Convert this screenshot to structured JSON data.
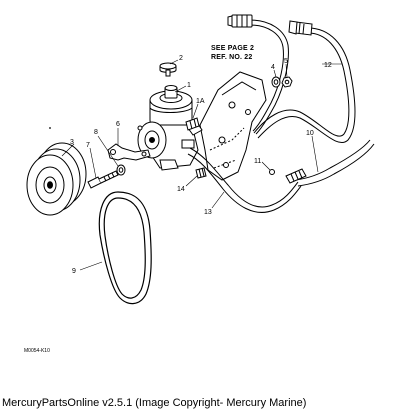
{
  "diagram": {
    "see_page_line1": "SEE PAGE 2",
    "see_page_line2": "REF. NO. 22",
    "drawing_code": "M0054-K10",
    "callouts": [
      {
        "id": "1",
        "label": "1"
      },
      {
        "id": "1a",
        "label": "1A"
      },
      {
        "id": "2",
        "label": "2"
      },
      {
        "id": "3",
        "label": "3"
      },
      {
        "id": "4",
        "label": "4"
      },
      {
        "id": "5",
        "label": "5"
      },
      {
        "id": "6",
        "label": "6"
      },
      {
        "id": "7",
        "label": "7"
      },
      {
        "id": "8",
        "label": "8"
      },
      {
        "id": "9",
        "label": "9"
      },
      {
        "id": "10",
        "label": "10"
      },
      {
        "id": "11",
        "label": "11"
      },
      {
        "id": "12",
        "label": "12"
      },
      {
        "id": "13",
        "label": "13"
      },
      {
        "id": "14",
        "label": "14"
      }
    ]
  },
  "footer": {
    "caption": "MercuryPartsOnline v2.5.1 (Image Copyright- Mercury Marine)"
  }
}
